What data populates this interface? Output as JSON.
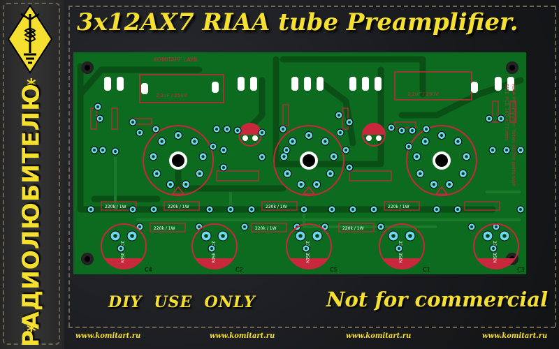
{
  "sidebar": {
    "vertical_text": "РАДИОЛЮБИТЕЛЮ",
    "star": "*"
  },
  "title": "3x12AX7 RIAA tube Preamplifier.",
  "pcb": {
    "top_label": "KOMITART LAYB",
    "side_note_line1": "RIAA Preamplifier. Tubes on the parts side",
    "side_note_line2": "SIZE PCB 165 x 77 mm",
    "cap_labels": [
      "C4",
      "C2",
      "C5",
      "C1",
      "C3"
    ],
    "cap_rating": "22uF 350V",
    "film_cap_label": "2,2uF / 250V",
    "resistor_label": "220k / 1W"
  },
  "footer": {
    "diy": "DIY  USE  ONLY",
    "not_commercial": "Not for commercial",
    "url": "www.komitart.ru"
  },
  "colors": {
    "accent": "#f5e030",
    "board": "#0d6b1f",
    "copper": "#0a4f16",
    "silk": "#c8283c",
    "pad": "#6bd9f0"
  }
}
